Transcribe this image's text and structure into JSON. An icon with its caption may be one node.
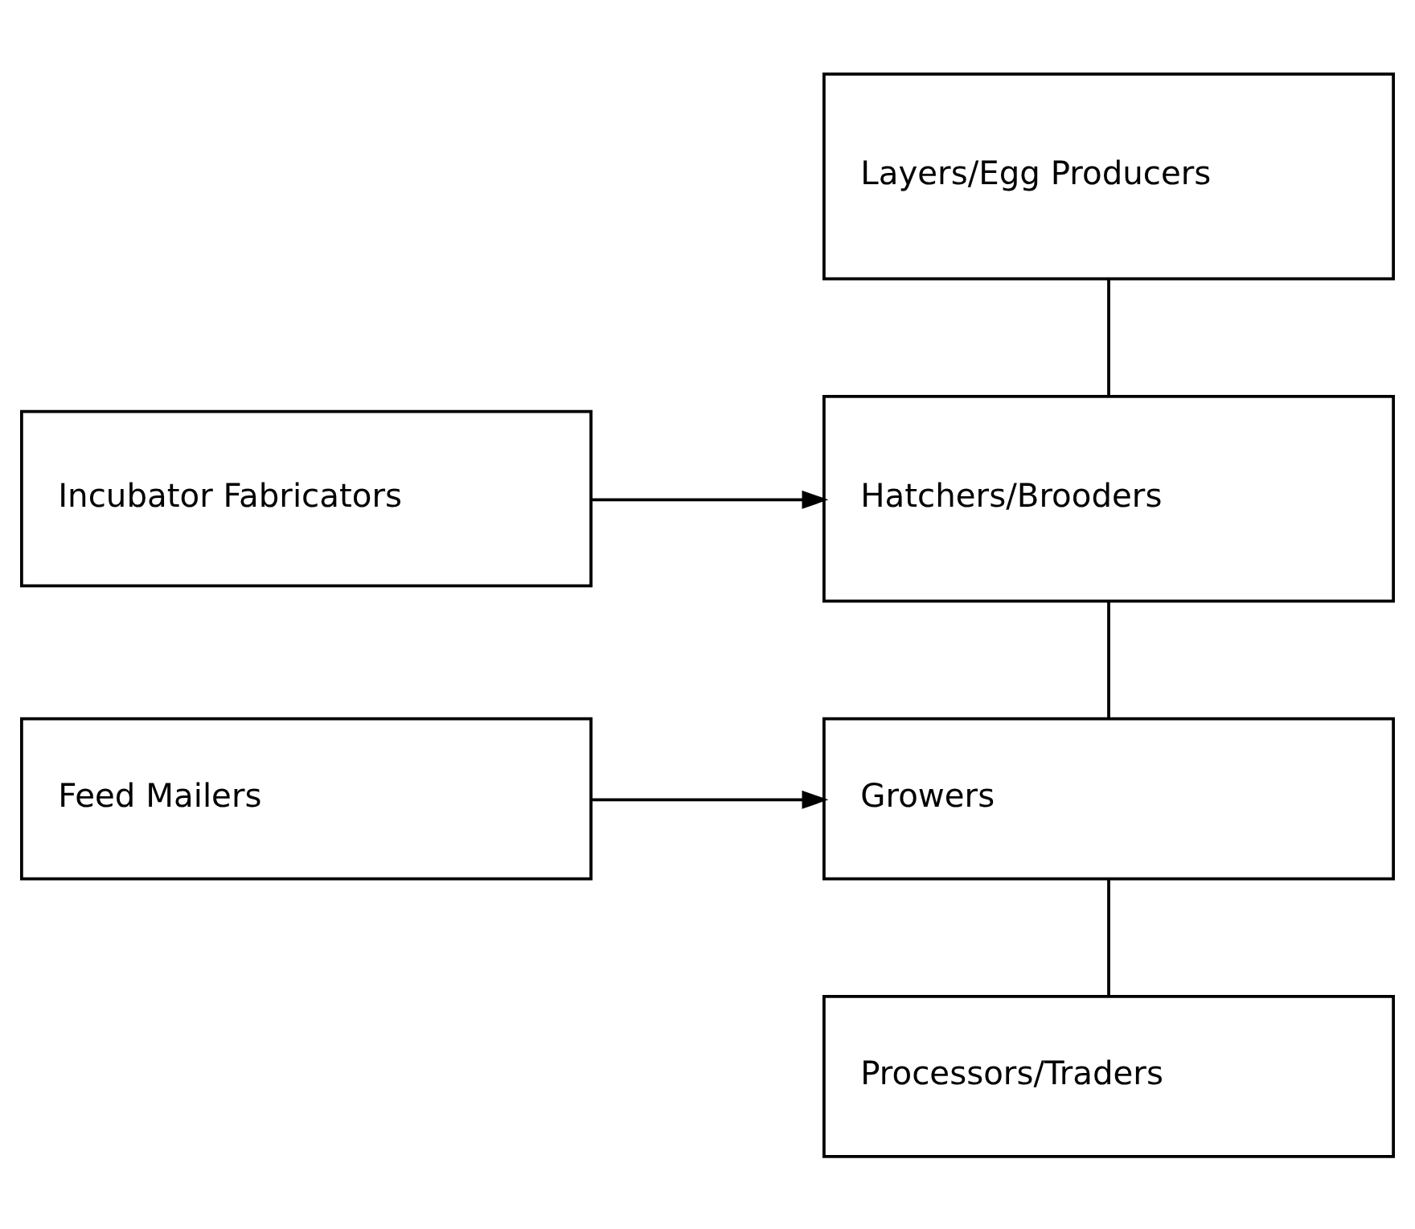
{
  "diagram": {
    "nodes": [
      {
        "text": [
          "Layers/Egg Producers"
        ]
      },
      {
        "text": [
          "Hatchers/Brooders"
        ]
      },
      {
        "text": [
          "Incubator Fabricators"
        ]
      },
      {
        "text": [
          "Growers"
        ]
      },
      {
        "text": [
          "Feed Mailers"
        ]
      },
      {
        "text": [
          "Processors/Traders"
        ]
      }
    ],
    "edges": [
      {
        "from": 0,
        "to": 1,
        "arrow": "none"
      },
      {
        "from": 2,
        "to": 1,
        "arrow": "to"
      },
      {
        "from": 1,
        "to": 3,
        "arrow": "none"
      },
      {
        "from": 4,
        "to": 3,
        "arrow": "to"
      },
      {
        "from": 3,
        "to": 5,
        "arrow": "none"
      }
    ]
  }
}
